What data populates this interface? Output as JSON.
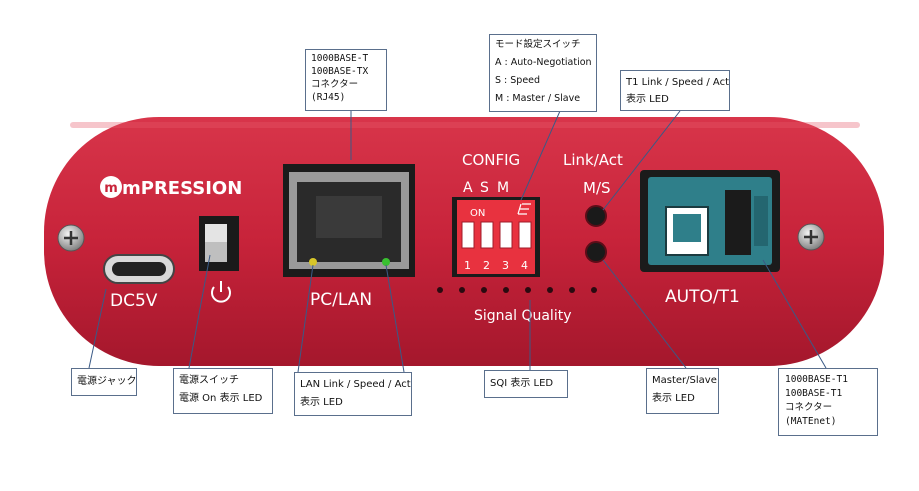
{
  "device": {
    "logo": "mPRESSION",
    "power_jack_label": "DC5V",
    "lan_port_label": "PC/LAN",
    "config_title": "CONFIG",
    "config_letters": [
      "A",
      "S",
      "M"
    ],
    "dip_on_label": "ON",
    "dip_numbers": [
      "1",
      "2",
      "3",
      "4"
    ],
    "link_act_label": "Link/Act",
    "ms_label": "M/S",
    "signal_quality_label": "Signal Quality",
    "auto_port_label": "AUTO/T1"
  },
  "callouts": {
    "rj45": [
      "1000BASE-T",
      "100BASE-TX",
      "コネクター",
      "(RJ45)"
    ],
    "mode_switch": [
      "モード設定スイッチ",
      "A : Auto-Negotiation",
      "S : Speed",
      "M : Master / Slave"
    ],
    "t1_led": [
      "T1 Link / Speed / Act",
      "表示 LED"
    ],
    "power_jack": [
      "電源ジャック"
    ],
    "power_switch": [
      "電源スイッチ",
      "電源 On 表示 LED"
    ],
    "lan_led": [
      "LAN Link / Speed / Act",
      "表示 LED"
    ],
    "sqi_led": [
      "SQI 表示 LED"
    ],
    "ms_led": [
      "Master/Slave",
      "表示 LED"
    ],
    "matenet": [
      "1000BASE-T1",
      "100BASE-T1",
      "コネクター",
      "(MATEnet)"
    ]
  },
  "colors": {
    "panel_red": "#c9243a",
    "dip_red": "#e8323f",
    "connector_teal": "#2f7f8a",
    "led_green": "#39c030",
    "led_yellow": "#d7c62a",
    "leader_line": "#3a5a86"
  }
}
